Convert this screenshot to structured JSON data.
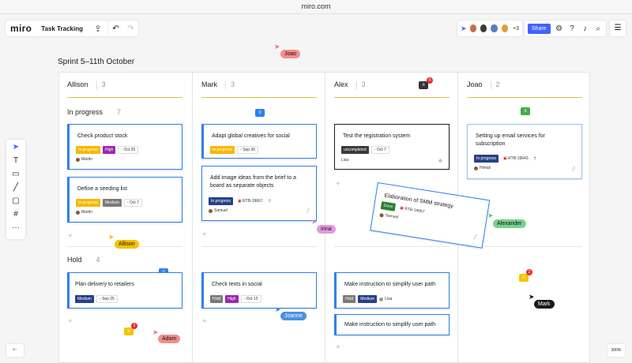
{
  "window": {
    "title": "miro.com"
  },
  "topbar": {
    "logo": "miro",
    "board_title": "Task Tracking",
    "upload_icon": "upload-icon",
    "undo_icon": "undo-icon",
    "redo_icon": "redo-icon",
    "extra_collaborators": "+3",
    "share_label": "Share"
  },
  "colors": {
    "brand": "#4262ff",
    "card_border": "#2f80ed",
    "tag_orange": "#f5b800",
    "tag_purple": "#9c27b0",
    "tag_grey": "#7a7a7a",
    "tag_navy": "#26408b",
    "tag_dark": "#3a3a3a",
    "tag_green": "#2e7d32",
    "tag_red": "#c62828"
  },
  "sprint_title": "Sprint 5–11th October",
  "columns": [
    {
      "name": "Allison",
      "count": "3"
    },
    {
      "name": "Mark",
      "count": "3"
    },
    {
      "name": "Alex",
      "count": "3"
    },
    {
      "name": "Joao",
      "count": "2"
    }
  ],
  "rows": [
    {
      "name": "In progress",
      "count": "7"
    },
    {
      "name": "Hold",
      "count": "4"
    }
  ],
  "cards": {
    "c1": {
      "title": "Check product stock",
      "tags": [
        "In progress",
        "High"
      ],
      "date": "Oct 25",
      "person": "Martin"
    },
    "c2": {
      "title": "Define a seeding list",
      "tags": [
        "In progress",
        "Medium"
      ],
      "date": "Oct 7",
      "person": "Martin"
    },
    "c3": {
      "title": "Adapt global creatives for social",
      "tags": [
        "In progress"
      ],
      "date": "Sep 30"
    },
    "c4": {
      "title": "Add image ideas from the brief to a board as separate objects",
      "tags": [
        "In progress"
      ],
      "ref": "RTB-19667",
      "person": "Samuel"
    },
    "c5": {
      "title": "Test the registration system",
      "tags": [
        "uncompleted"
      ],
      "date": "Oct 7",
      "person": "Lisa"
    },
    "c6": {
      "title": "Elaboration of SMM strategy",
      "tags": [
        "Done"
      ],
      "ref": "RTB-19667",
      "person": "Samuel"
    },
    "c7": {
      "title": "Setting up email services for subscription",
      "tags": [
        "In progress"
      ],
      "ref": "RTB-19643",
      "person": "Himali"
    },
    "c8": {
      "title": "Plan delivery to retailers",
      "tags": [
        "Medium"
      ],
      "date": "Sep 25"
    },
    "c9": {
      "title": "Check texts in social",
      "tags": [
        "Hold",
        "High"
      ],
      "date": "Oct 15"
    },
    "c10": {
      "title": "Make instruction to simplify user path",
      "tags": [
        "Hold",
        "Medium"
      ],
      "person": "Lisa"
    },
    "c11": {
      "title": "Make instruction to simplify user path"
    }
  },
  "cursors": {
    "joao": "Joao",
    "allison": "Allison",
    "irina": "Irina",
    "alexander": "Alexander",
    "joanne": "Joanne",
    "adam": "Adam",
    "mark": "Mark"
  },
  "comment_badges": {
    "alex": "4",
    "adam": "2",
    "joao": "2"
  },
  "zoom": "300%"
}
